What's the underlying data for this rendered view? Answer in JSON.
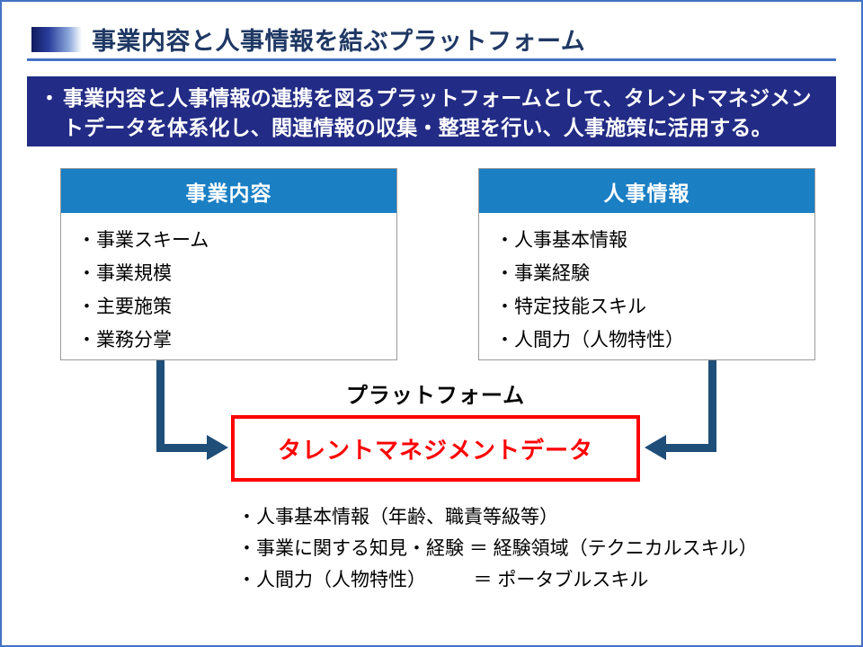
{
  "title": "事業内容と人事情報を結ぶプラットフォーム",
  "banner": {
    "bullet": "・",
    "text": "事業内容と人事情報の連携を図るプラットフォームとして、タレントマネジメントデータを体系化し、関連情報の収集・整理を行い、人事施策に活用する。"
  },
  "left_box": {
    "header": "事業内容",
    "items": [
      "・事業スキーム",
      "・事業規模",
      "・主要施策",
      "・業務分掌"
    ]
  },
  "right_box": {
    "header": "人事情報",
    "items": [
      "・人事基本情報",
      "・事業経験",
      "・特定技能スキル",
      "・人間力（人物特性）"
    ]
  },
  "platform_label": "プラットフォーム",
  "talent_box_label": "タレントマネジメントデータ",
  "notes": [
    "・人事基本情報（年齢、職責等級等）",
    "・事業に関する知見・経験 ＝ 経験領域（テクニカルスキル）",
    "・人間力（人物特性）　　　＝ ポータブルスキル"
  ],
  "colors": {
    "title_navy": "#1F3864",
    "rule_blue": "#4472C4",
    "banner_bg": "#222B85",
    "box_header_blue": "#1B7FC4",
    "arrow_blue": "#1F4E79",
    "accent_red": "#FE0000"
  }
}
